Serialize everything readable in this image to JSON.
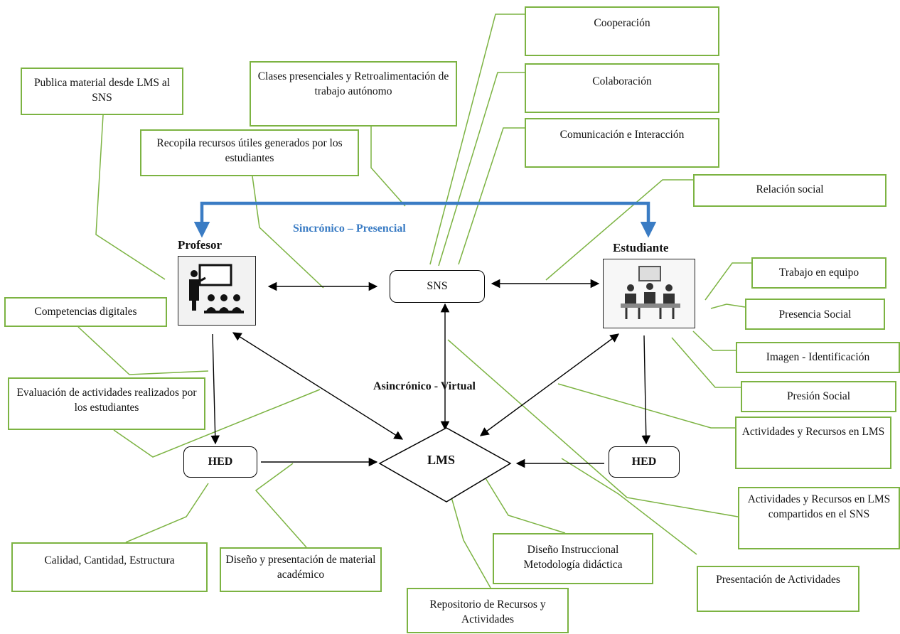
{
  "colors": {
    "callout_border": "#7cb342",
    "sync_arrow": "#3a7cc4",
    "sync_text": "#3a7cc4"
  },
  "actors": {
    "teacher": "Profesor",
    "student": "Estudiante"
  },
  "nodes": {
    "sns": "SNS",
    "lms": "LMS",
    "hed_left": "HED",
    "hed_right": "HED"
  },
  "labels": {
    "sync": "Sincrónico – Presencial",
    "async": "Asincrónico - Virtual"
  },
  "icons": {
    "teacher": "teacher-presentation-icon",
    "student": "team-meeting-icon"
  },
  "callouts": {
    "publica": "Publica material desde LMS al SNS",
    "clases": "Clases presenciales y Retroalimentación de trabajo autónomo",
    "recopila": "Recopila recursos útiles generados por los estudiantes",
    "competencias": "Competencias digitales",
    "evaluacion": "Evaluación de actividades realizados por los estudiantes",
    "calidad": "Calidad, Cantidad, Estructura",
    "diseno_pres": "Diseño y presentación de material académico",
    "repositorio": "Repositorio de Recursos y Actividades",
    "diseno_inst": "Diseño Instruccional Metodología didáctica",
    "cooperacion": "Cooperación",
    "colaboracion": "Colaboración",
    "comunicacion": "Comunicación e Interacción",
    "relacion": "Relación social",
    "trabajo": "Trabajo en equipo",
    "presencia": "Presencia Social",
    "imagen": "Imagen - Identificación",
    "presion": "Presión Social",
    "act_lms": "Actividades y Recursos en LMS",
    "act_lms_sns": "Actividades y Recursos en LMS compartidos en el SNS",
    "presentacion": "Presentación de Actividades"
  }
}
